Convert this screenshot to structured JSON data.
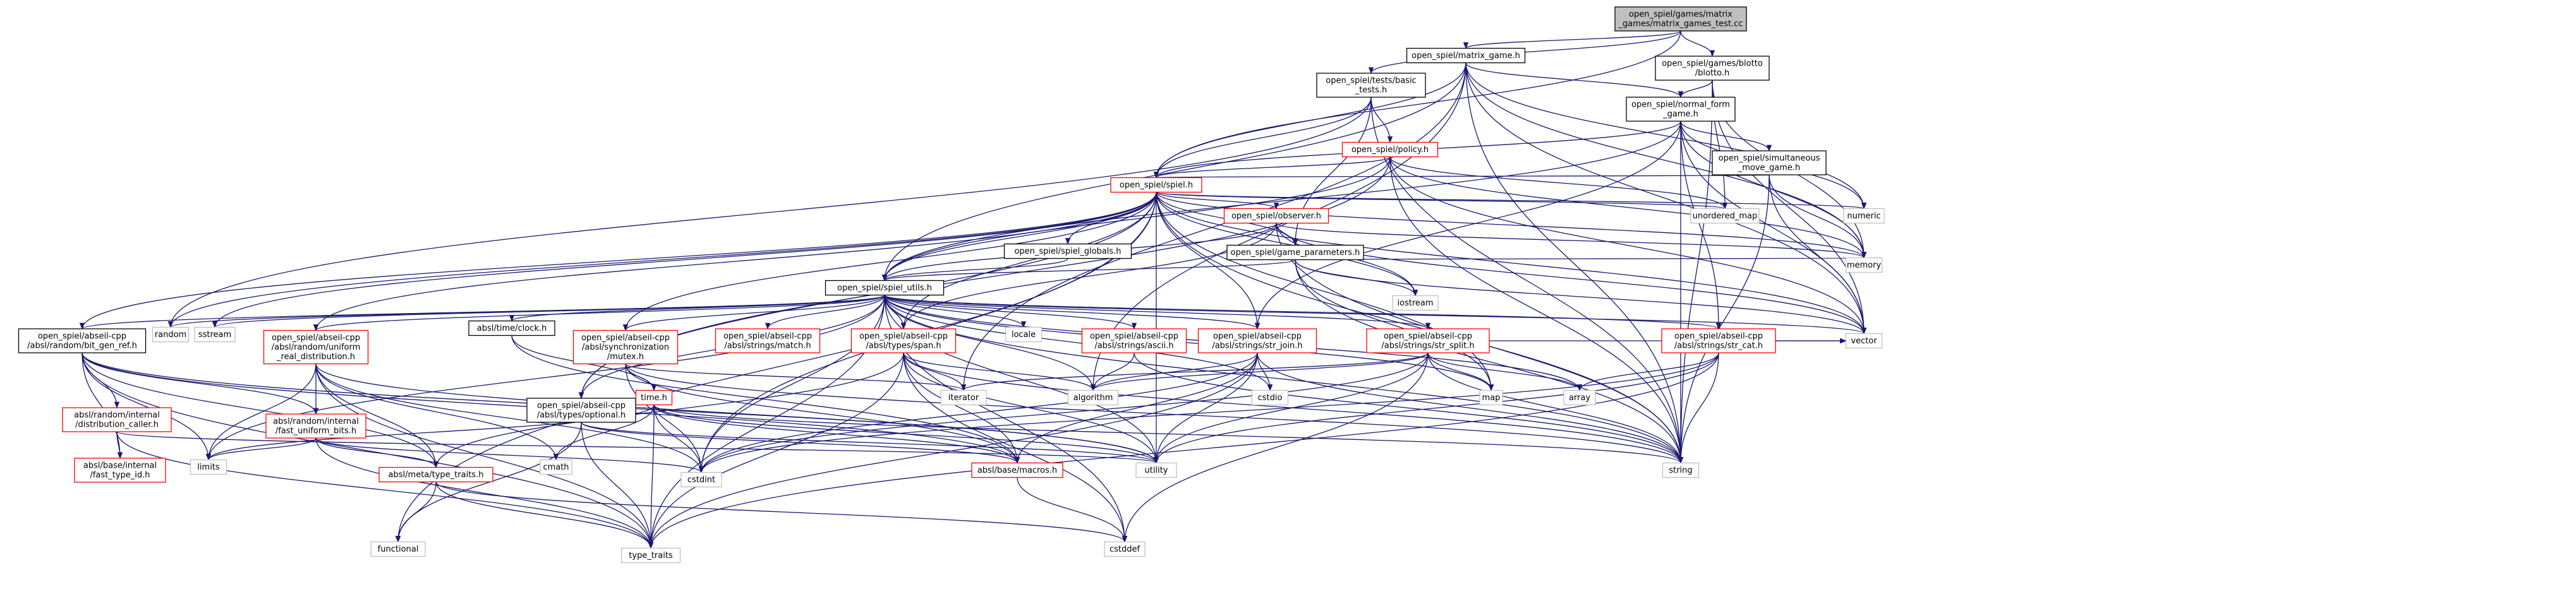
{
  "graph": {
    "colors": {
      "edge": "#191970",
      "root_fill": "#bfbfbf",
      "external_border": "#bfbfbf",
      "partial_border": "#ff0000",
      "documented_border": "#000000"
    },
    "nodes": [
      {
        "id": "root",
        "kind": "root",
        "lines": [
          "open_spiel/games/matrix",
          "_games/matrix_games_test.cc"
        ]
      },
      {
        "id": "matrix_game",
        "kind": "black",
        "lines": [
          "open_spiel/matrix_game.h"
        ]
      },
      {
        "id": "blotto",
        "kind": "black",
        "lines": [
          "open_spiel/games/blotto",
          "/blotto.h"
        ]
      },
      {
        "id": "basic_tests",
        "kind": "black",
        "lines": [
          "open_spiel/tests/basic",
          "_tests.h"
        ]
      },
      {
        "id": "normal_form",
        "kind": "black",
        "lines": [
          "open_spiel/normal_form",
          "_game.h"
        ]
      },
      {
        "id": "policy",
        "kind": "red",
        "lines": [
          "open_spiel/policy.h"
        ]
      },
      {
        "id": "simultaneous",
        "kind": "black",
        "lines": [
          "open_spiel/simultaneous",
          "_move_game.h"
        ]
      },
      {
        "id": "spiel",
        "kind": "red",
        "lines": [
          "open_spiel/spiel.h"
        ]
      },
      {
        "id": "observer",
        "kind": "red",
        "lines": [
          "open_spiel/observer.h"
        ]
      },
      {
        "id": "unordered_map",
        "kind": "gray",
        "lines": [
          "unordered_map"
        ]
      },
      {
        "id": "numeric",
        "kind": "gray",
        "lines": [
          "numeric"
        ]
      },
      {
        "id": "game_parameters",
        "kind": "black",
        "lines": [
          "open_spiel/game_parameters.h"
        ]
      },
      {
        "id": "spiel_globals",
        "kind": "black",
        "lines": [
          "open_spiel/spiel_globals.h"
        ]
      },
      {
        "id": "memory",
        "kind": "gray",
        "lines": [
          "memory"
        ]
      },
      {
        "id": "spiel_utils",
        "kind": "black",
        "lines": [
          "open_spiel/spiel_utils.h"
        ]
      },
      {
        "id": "iostream",
        "kind": "gray",
        "lines": [
          "iostream"
        ]
      },
      {
        "id": "bit_gen_ref",
        "kind": "black",
        "lines": [
          "open_spiel/abseil-cpp",
          "/absl/random/bit_gen_ref.h"
        ]
      },
      {
        "id": "random",
        "kind": "gray",
        "lines": [
          "random"
        ]
      },
      {
        "id": "sstream",
        "kind": "gray",
        "lines": [
          "sstream"
        ]
      },
      {
        "id": "uniform_real",
        "kind": "red",
        "lines": [
          "open_spiel/abseil-cpp",
          "/absl/random/uniform",
          "_real_distribution.h"
        ]
      },
      {
        "id": "clock",
        "kind": "black",
        "lines": [
          "absl/time/clock.h"
        ]
      },
      {
        "id": "mutex",
        "kind": "red",
        "lines": [
          "open_spiel/abseil-cpp",
          "/absl/synchronization",
          "/mutex.h"
        ]
      },
      {
        "id": "match",
        "kind": "red",
        "lines": [
          "open_spiel/abseil-cpp",
          "/absl/strings/match.h"
        ]
      },
      {
        "id": "span",
        "kind": "red",
        "lines": [
          "open_spiel/abseil-cpp",
          "/absl/types/span.h"
        ]
      },
      {
        "id": "locale",
        "kind": "gray",
        "lines": [
          "locale"
        ]
      },
      {
        "id": "ascii",
        "kind": "red",
        "lines": [
          "open_spiel/abseil-cpp",
          "/absl/strings/ascii.h"
        ]
      },
      {
        "id": "str_join",
        "kind": "red",
        "lines": [
          "open_spiel/abseil-cpp",
          "/absl/strings/str_join.h"
        ]
      },
      {
        "id": "str_split",
        "kind": "red",
        "lines": [
          "open_spiel/abseil-cpp",
          "/absl/strings/str_split.h"
        ]
      },
      {
        "id": "str_cat",
        "kind": "red",
        "lines": [
          "open_spiel/abseil-cpp",
          "/absl/strings/str_cat.h"
        ]
      },
      {
        "id": "vector",
        "kind": "gray",
        "lines": [
          "vector"
        ]
      },
      {
        "id": "distribution_caller",
        "kind": "red",
        "lines": [
          "absl/random/internal",
          "/distribution_caller.h"
        ]
      },
      {
        "id": "fast_uniform_bits",
        "kind": "red",
        "lines": [
          "absl/random/internal",
          "/fast_uniform_bits.h"
        ]
      },
      {
        "id": "optional",
        "kind": "black",
        "lines": [
          "open_spiel/abseil-cpp",
          "/absl/types/optional.h"
        ]
      },
      {
        "id": "time",
        "kind": "red",
        "lines": [
          "time.h"
        ]
      },
      {
        "id": "iterator",
        "kind": "gray",
        "lines": [
          "iterator"
        ]
      },
      {
        "id": "algorithm",
        "kind": "gray",
        "lines": [
          "algorithm"
        ]
      },
      {
        "id": "cstdio",
        "kind": "gray",
        "lines": [
          "cstdio"
        ]
      },
      {
        "id": "map",
        "kind": "gray",
        "lines": [
          "map"
        ]
      },
      {
        "id": "array",
        "kind": "gray",
        "lines": [
          "array"
        ]
      },
      {
        "id": "fast_type_id",
        "kind": "red",
        "lines": [
          "absl/base/internal",
          "/fast_type_id.h"
        ]
      },
      {
        "id": "limits",
        "kind": "gray",
        "lines": [
          "limits"
        ]
      },
      {
        "id": "type_traits_h",
        "kind": "red",
        "lines": [
          "absl/meta/type_traits.h"
        ]
      },
      {
        "id": "cmath",
        "kind": "gray",
        "lines": [
          "cmath"
        ]
      },
      {
        "id": "cstdint",
        "kind": "gray",
        "lines": [
          "cstdint"
        ]
      },
      {
        "id": "macros",
        "kind": "red",
        "lines": [
          "absl/base/macros.h"
        ]
      },
      {
        "id": "utility",
        "kind": "gray",
        "lines": [
          "utility"
        ]
      },
      {
        "id": "string",
        "kind": "gray",
        "lines": [
          "string"
        ]
      },
      {
        "id": "functional",
        "kind": "gray",
        "lines": [
          "functional"
        ]
      },
      {
        "id": "type_traits",
        "kind": "gray",
        "lines": [
          "type_traits"
        ]
      },
      {
        "id": "cstddef",
        "kind": "gray",
        "lines": [
          "cstddef"
        ]
      }
    ],
    "edges": [
      [
        "root",
        "matrix_game"
      ],
      [
        "root",
        "blotto"
      ],
      [
        "root",
        "basic_tests"
      ],
      [
        "root",
        "spiel"
      ],
      [
        "matrix_game",
        "normal_form"
      ],
      [
        "matrix_game",
        "spiel"
      ],
      [
        "matrix_game",
        "spiel_utils"
      ],
      [
        "matrix_game",
        "memory"
      ],
      [
        "matrix_game",
        "numeric"
      ],
      [
        "matrix_game",
        "string"
      ],
      [
        "matrix_game",
        "vector"
      ],
      [
        "matrix_game",
        "algorithm"
      ],
      [
        "matrix_game",
        "iterator"
      ],
      [
        "blotto",
        "normal_form"
      ],
      [
        "blotto",
        "memory"
      ],
      [
        "blotto",
        "string"
      ],
      [
        "blotto",
        "vector"
      ],
      [
        "blotto",
        "unordered_map"
      ],
      [
        "basic_tests",
        "policy"
      ],
      [
        "basic_tests",
        "spiel"
      ],
      [
        "basic_tests",
        "game_parameters"
      ],
      [
        "basic_tests",
        "random"
      ],
      [
        "basic_tests",
        "string"
      ],
      [
        "normal_form",
        "simultaneous"
      ],
      [
        "normal_form",
        "spiel"
      ],
      [
        "normal_form",
        "spiel_utils"
      ],
      [
        "normal_form",
        "memory"
      ],
      [
        "normal_form",
        "numeric"
      ],
      [
        "normal_form",
        "vector"
      ],
      [
        "normal_form",
        "string"
      ],
      [
        "normal_form",
        "str_join"
      ],
      [
        "normal_form",
        "str_cat"
      ],
      [
        "policy",
        "spiel"
      ],
      [
        "policy",
        "spiel_utils"
      ],
      [
        "policy",
        "memory"
      ],
      [
        "policy",
        "unordered_map"
      ],
      [
        "policy",
        "string"
      ],
      [
        "policy",
        "vector"
      ],
      [
        "policy",
        "optional"
      ],
      [
        "simultaneous",
        "spiel"
      ],
      [
        "simultaneous",
        "memory"
      ],
      [
        "simultaneous",
        "string"
      ],
      [
        "simultaneous",
        "vector"
      ],
      [
        "spiel",
        "observer"
      ],
      [
        "spiel",
        "game_parameters"
      ],
      [
        "spiel",
        "spiel_globals"
      ],
      [
        "spiel",
        "spiel_utils"
      ],
      [
        "spiel",
        "unordered_map"
      ],
      [
        "spiel",
        "numeric"
      ],
      [
        "spiel",
        "memory"
      ],
      [
        "spiel",
        "iostream"
      ],
      [
        "spiel",
        "random"
      ],
      [
        "spiel",
        "sstream"
      ],
      [
        "spiel",
        "string"
      ],
      [
        "spiel",
        "vector"
      ],
      [
        "spiel",
        "map"
      ],
      [
        "spiel",
        "span"
      ],
      [
        "spiel",
        "str_join"
      ],
      [
        "spiel",
        "mutex"
      ],
      [
        "spiel",
        "bit_gen_ref"
      ],
      [
        "spiel",
        "uniform_real"
      ],
      [
        "spiel",
        "optional"
      ],
      [
        "spiel",
        "functional"
      ],
      [
        "spiel",
        "cstdint"
      ],
      [
        "spiel",
        "utility"
      ],
      [
        "observer",
        "spiel_utils"
      ],
      [
        "observer",
        "game_parameters"
      ],
      [
        "observer",
        "memory"
      ],
      [
        "observer",
        "string"
      ],
      [
        "observer",
        "vector"
      ],
      [
        "observer",
        "span"
      ],
      [
        "observer",
        "iostream"
      ],
      [
        "game_parameters",
        "spiel_utils"
      ],
      [
        "game_parameters",
        "memory"
      ],
      [
        "game_parameters",
        "map"
      ],
      [
        "game_parameters",
        "string"
      ],
      [
        "game_parameters",
        "vector"
      ],
      [
        "game_parameters",
        "iostream"
      ],
      [
        "spiel_globals",
        "spiel_utils"
      ],
      [
        "spiel_utils",
        "bit_gen_ref"
      ],
      [
        "spiel_utils",
        "random"
      ],
      [
        "spiel_utils",
        "sstream"
      ],
      [
        "spiel_utils",
        "uniform_real"
      ],
      [
        "spiel_utils",
        "clock"
      ],
      [
        "spiel_utils",
        "mutex"
      ],
      [
        "spiel_utils",
        "match"
      ],
      [
        "spiel_utils",
        "span"
      ],
      [
        "spiel_utils",
        "locale"
      ],
      [
        "spiel_utils",
        "ascii"
      ],
      [
        "spiel_utils",
        "str_join"
      ],
      [
        "spiel_utils",
        "str_split"
      ],
      [
        "spiel_utils",
        "str_cat"
      ],
      [
        "spiel_utils",
        "vector"
      ],
      [
        "spiel_utils",
        "string"
      ],
      [
        "spiel_utils",
        "optional"
      ],
      [
        "spiel_utils",
        "algorithm"
      ],
      [
        "spiel_utils",
        "array"
      ],
      [
        "spiel_utils",
        "cstdint"
      ],
      [
        "spiel_utils",
        "cstdio"
      ],
      [
        "spiel_utils",
        "limits"
      ],
      [
        "spiel_utils",
        "utility"
      ],
      [
        "spiel_utils",
        "type_traits"
      ],
      [
        "spiel_utils",
        "cstddef"
      ],
      [
        "spiel_utils",
        "map"
      ],
      [
        "bit_gen_ref",
        "distribution_caller"
      ],
      [
        "bit_gen_ref",
        "fast_type_id"
      ],
      [
        "bit_gen_ref",
        "fast_uniform_bits"
      ],
      [
        "bit_gen_ref",
        "type_traits_h"
      ],
      [
        "bit_gen_ref",
        "macros"
      ],
      [
        "bit_gen_ref",
        "limits"
      ],
      [
        "bit_gen_ref",
        "type_traits"
      ],
      [
        "bit_gen_ref",
        "utility"
      ],
      [
        "uniform_real",
        "fast_uniform_bits"
      ],
      [
        "uniform_real",
        "type_traits_h"
      ],
      [
        "uniform_real",
        "cmath"
      ],
      [
        "uniform_real",
        "cstdint"
      ],
      [
        "uniform_real",
        "limits"
      ],
      [
        "uniform_real",
        "type_traits"
      ],
      [
        "uniform_real",
        "utility"
      ],
      [
        "clock",
        "time"
      ],
      [
        "clock",
        "macros"
      ],
      [
        "mutex",
        "time"
      ],
      [
        "mutex",
        "macros"
      ],
      [
        "mutex",
        "cstdint"
      ],
      [
        "mutex",
        "iterator"
      ],
      [
        "mutex",
        "string"
      ],
      [
        "span",
        "algorithm"
      ],
      [
        "span",
        "iterator"
      ],
      [
        "span",
        "string"
      ],
      [
        "span",
        "type_traits"
      ],
      [
        "span",
        "utility"
      ],
      [
        "span",
        "cstddef"
      ],
      [
        "span",
        "macros"
      ],
      [
        "span",
        "type_traits_h"
      ],
      [
        "ascii",
        "algorithm"
      ],
      [
        "ascii",
        "string"
      ],
      [
        "str_join",
        "algorithm"
      ],
      [
        "str_join",
        "cstdio"
      ],
      [
        "str_join",
        "string"
      ],
      [
        "str_join",
        "utility"
      ],
      [
        "str_join",
        "type_traits"
      ],
      [
        "str_join",
        "cstdint"
      ],
      [
        "str_join",
        "macros"
      ],
      [
        "str_split",
        "algorithm"
      ],
      [
        "str_split",
        "map"
      ],
      [
        "str_split",
        "string"
      ],
      [
        "str_split",
        "utility"
      ],
      [
        "str_split",
        "vector"
      ],
      [
        "str_split",
        "iterator"
      ],
      [
        "str_split",
        "array"
      ],
      [
        "str_split",
        "cstddef"
      ],
      [
        "str_split",
        "cstdint"
      ],
      [
        "str_cat",
        "array"
      ],
      [
        "str_cat",
        "cstdint"
      ],
      [
        "str_cat",
        "string"
      ],
      [
        "str_cat",
        "type_traits"
      ],
      [
        "str_cat",
        "vector"
      ],
      [
        "str_cat",
        "utility"
      ],
      [
        "distribution_caller",
        "fast_type_id"
      ],
      [
        "distribution_caller",
        "type_traits"
      ],
      [
        "distribution_caller",
        "utility"
      ],
      [
        "fast_uniform_bits",
        "type_traits_h"
      ],
      [
        "fast_uniform_bits",
        "cstdint"
      ],
      [
        "fast_uniform_bits",
        "limits"
      ],
      [
        "fast_uniform_bits",
        "type_traits"
      ],
      [
        "optional",
        "functional"
      ],
      [
        "optional",
        "type_traits"
      ],
      [
        "optional",
        "utility"
      ],
      [
        "optional",
        "macros"
      ],
      [
        "time",
        "cmath"
      ],
      [
        "time",
        "cstdint"
      ],
      [
        "time",
        "limits"
      ],
      [
        "time",
        "string"
      ],
      [
        "time",
        "type_traits"
      ],
      [
        "time",
        "utility"
      ],
      [
        "time",
        "macros"
      ],
      [
        "type_traits_h",
        "cstddef"
      ],
      [
        "type_traits_h",
        "functional"
      ],
      [
        "type_traits_h",
        "type_traits"
      ],
      [
        "macros",
        "cstddef"
      ]
    ]
  }
}
